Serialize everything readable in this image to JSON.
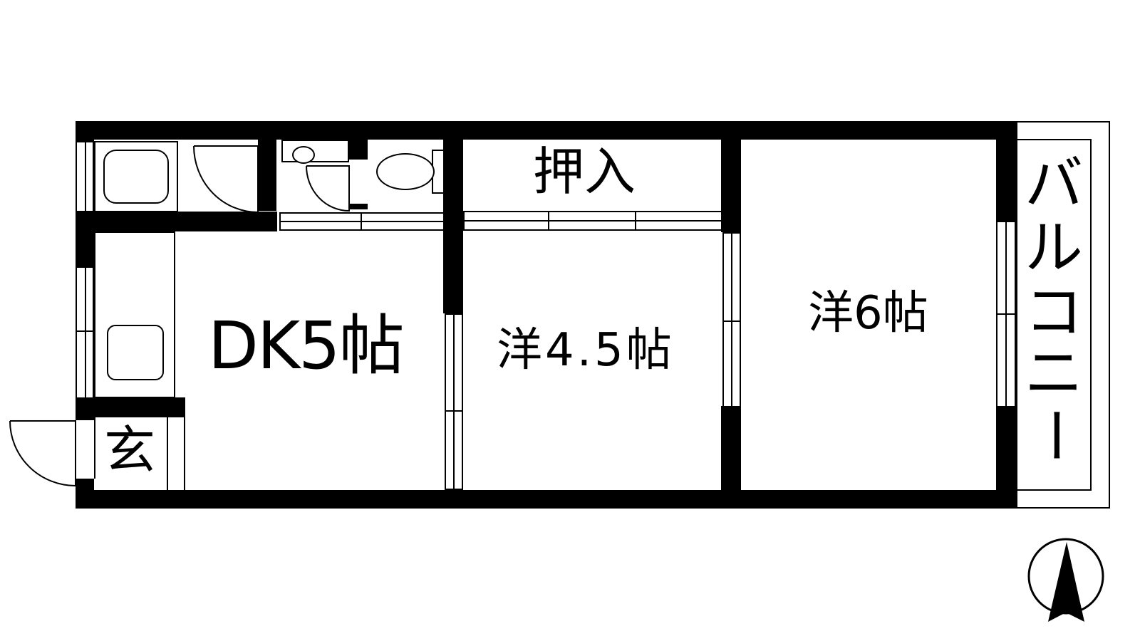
{
  "plan": {
    "rooms": [
      {
        "id": "dk",
        "label": "DK5帖"
      },
      {
        "id": "western1",
        "label": "洋4.5帖"
      },
      {
        "id": "western2",
        "label": "洋6帖"
      },
      {
        "id": "closet",
        "label": "押入"
      },
      {
        "id": "entrance",
        "label": "玄"
      },
      {
        "id": "balcony",
        "label": "バルコニー"
      }
    ],
    "balcony_chars": [
      "バ",
      "ル",
      "コ",
      "ニ",
      "ー"
    ],
    "compass": {
      "direction": "north-up"
    },
    "colors": {
      "wall": "#000000",
      "background": "#ffffff"
    }
  }
}
